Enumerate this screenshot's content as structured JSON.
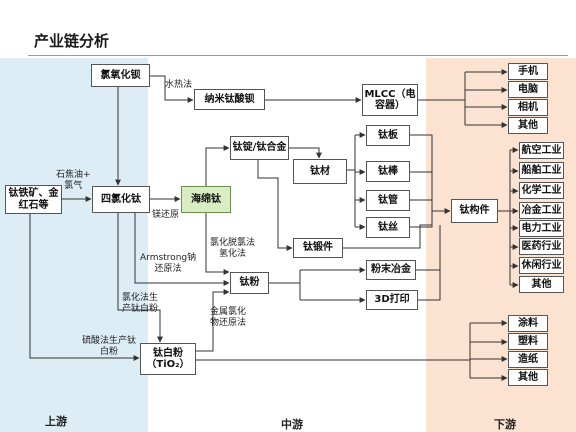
{
  "title": "产业链分析",
  "zones": {
    "upstream": "上游",
    "midstream": "中游",
    "downstream": "下游"
  },
  "nodes": {
    "ore": "钛铁矿、金\n红石等",
    "chloride": "氯氧化钡",
    "ticl4": "四氯化钛",
    "sponge": "海绵钛",
    "nano": "纳米钛酸钡",
    "mlcc": "MLCC（电\n容器）",
    "ingot": "钛锭/钛合金",
    "material": "钛材",
    "forging": "钛锻件",
    "powder": "钛粉",
    "tio2": "钛白粉\n（TiO₂）",
    "plate": "钛板",
    "rod": "钛棒",
    "tube": "钛管",
    "wire": "钛丝",
    "pm": "粉末冶金",
    "print3d": "3D打印",
    "component": "钛构件",
    "d_phone": "手机",
    "d_pc": "电脑",
    "d_camera": "相机",
    "d_other1": "其他",
    "d_aero": "航空工业",
    "d_ship": "船舶工业",
    "d_chem": "化学工业",
    "d_metal": "冶金工业",
    "d_power": "电力工业",
    "d_med": "医药行业",
    "d_leisure": "休闲行业",
    "d_other2": "其他",
    "d_coating": "涂料",
    "d_plastic": "塑料",
    "d_paper": "造纸",
    "d_other3": "其他"
  },
  "labels": {
    "hydrothermal": "水热法",
    "coke": "石焦油+\n氯气",
    "mg_reduction": "镁还原",
    "armstrong": "Armstrong钠\n还原法",
    "chlorination": "氯化脱氯法\n氢化法",
    "chloride_proc": "氯化法生\n产钛白粉",
    "metal_chloride": "金属氯化\n物还原法",
    "sulfate_proc": "硫酸法生产钛\n白粉"
  }
}
